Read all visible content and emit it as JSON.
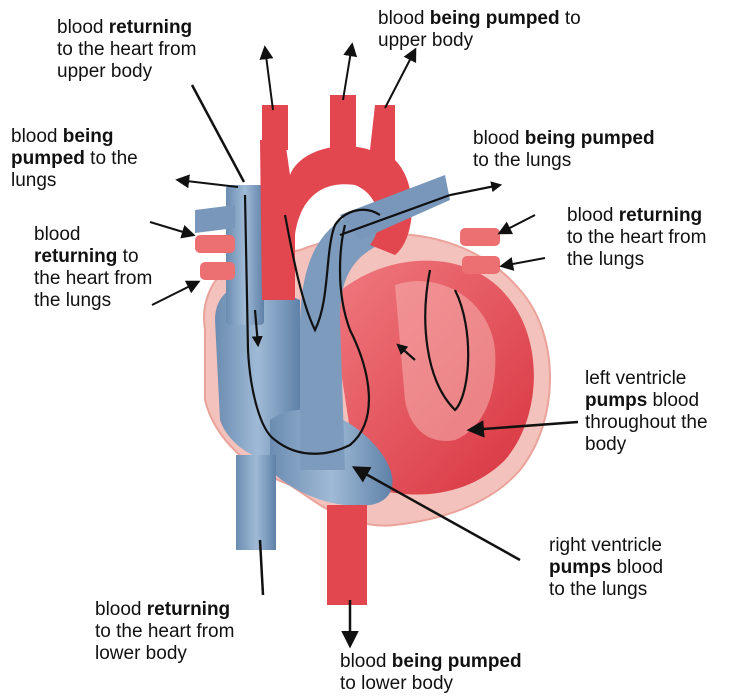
{
  "colors": {
    "oxygenated_red": "#e84a52",
    "oxygenated_light": "#f3a1a1",
    "deoxygenated_blue": "#6f8fb3",
    "deoxygenated_light": "#b9cde0",
    "heart_outline_pink": "#f2b6b0",
    "arrow": "#111111"
  },
  "labels": [
    {
      "key": "upper_return",
      "lines": [
        [
          {
            "t": "blood "
          },
          {
            "t": "returning",
            "b": true
          }
        ],
        [
          {
            "t": "to the heart from"
          }
        ],
        [
          {
            "t": "upper body"
          }
        ]
      ]
    },
    {
      "key": "upper_pumped",
      "lines": [
        [
          {
            "t": "blood "
          },
          {
            "t": "being pumped",
            "b": true
          },
          {
            "t": " to"
          }
        ],
        [
          {
            "t": "upper body"
          }
        ]
      ]
    },
    {
      "key": "lungs_left_top",
      "lines": [
        [
          {
            "t": "blood "
          },
          {
            "t": "being",
            "b": true
          }
        ],
        [
          {
            "t": "pumped",
            "b": true
          },
          {
            "t": " to the"
          }
        ],
        [
          {
            "t": "lungs"
          }
        ]
      ]
    },
    {
      "key": "lungs_right_top",
      "lines": [
        [
          {
            "t": "blood "
          },
          {
            "t": "being pumped",
            "b": true
          }
        ],
        [
          {
            "t": "to the lungs"
          }
        ]
      ]
    },
    {
      "key": "lungs_left_ret",
      "lines": [
        [
          {
            "t": "blood"
          }
        ],
        [
          {
            "t": "returning",
            "b": true
          },
          {
            "t": " to"
          }
        ],
        [
          {
            "t": "the heart from"
          }
        ],
        [
          {
            "t": "the lungs"
          }
        ]
      ]
    },
    {
      "key": "lungs_right_ret",
      "lines": [
        [
          {
            "t": "blood "
          },
          {
            "t": "returning",
            "b": true
          }
        ],
        [
          {
            "t": "to the heart from"
          }
        ],
        [
          {
            "t": "the lungs"
          }
        ]
      ]
    },
    {
      "key": "left_ventricle",
      "lines": [
        [
          {
            "t": "left ventricle"
          }
        ],
        [
          {
            "t": "pumps",
            "b": true
          },
          {
            "t": " blood"
          }
        ],
        [
          {
            "t": "throughout the"
          }
        ],
        [
          {
            "t": "body"
          }
        ]
      ]
    },
    {
      "key": "right_ventricle",
      "lines": [
        [
          {
            "t": "right ventricle"
          }
        ],
        [
          {
            "t": "pumps",
            "b": true
          },
          {
            "t": " blood"
          }
        ],
        [
          {
            "t": "to the lungs"
          }
        ]
      ]
    },
    {
      "key": "lower_return",
      "lines": [
        [
          {
            "t": "blood "
          },
          {
            "t": "returning",
            "b": true
          }
        ],
        [
          {
            "t": "to the heart from"
          }
        ],
        [
          {
            "t": "lower body"
          }
        ]
      ]
    },
    {
      "key": "lower_pumped",
      "lines": [
        [
          {
            "t": "blood "
          },
          {
            "t": "being pumped",
            "b": true
          }
        ],
        [
          {
            "t": "to lower body"
          }
        ]
      ]
    }
  ]
}
